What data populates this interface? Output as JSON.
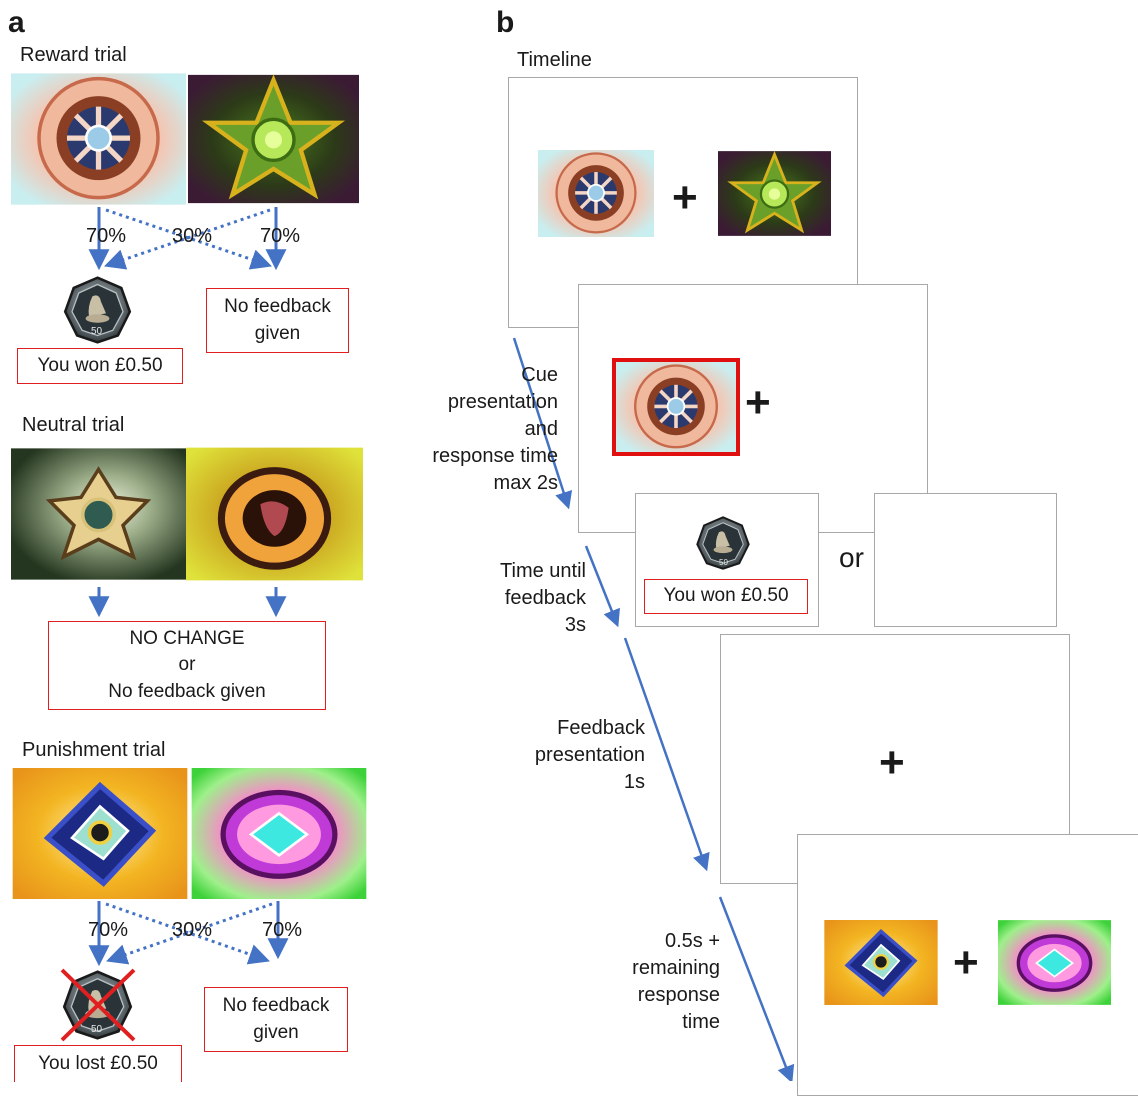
{
  "panel_a": {
    "letter": "a",
    "reward": {
      "title": "Reward trial",
      "pct_left": "70%",
      "pct_mid": "30%",
      "pct_right": "70%",
      "coin_text": "50",
      "outcome_label": "You won £0.50",
      "no_feedback": [
        "No feedback",
        "given"
      ]
    },
    "neutral": {
      "title": "Neutral trial",
      "outcome": [
        "NO CHANGE",
        "or",
        "No feedback given"
      ]
    },
    "punishment": {
      "title": "Punishment trial",
      "pct_left": "70%",
      "pct_mid": "30%",
      "pct_right": "70%",
      "coin_text": "50",
      "outcome_label": "You lost £0.50",
      "no_feedback": [
        "No feedback",
        "given"
      ]
    }
  },
  "panel_b": {
    "letter": "b",
    "timeline_title": "Timeline",
    "cue_label": [
      "Cue",
      "presentation",
      "and",
      "response time",
      "max 2s"
    ],
    "wait_label": [
      "Time until",
      "feedback",
      "3s"
    ],
    "feedback_label": [
      "Feedback",
      "presentation",
      "1s"
    ],
    "iti_label": [
      "0.5s +",
      "remaining",
      "response",
      "time"
    ],
    "outcome_label": "You won £0.50",
    "coin_text": "50",
    "or_text": "or",
    "fixation": "+"
  },
  "colors": {
    "arrow": "#4472c4",
    "box_border": "#e02020",
    "frame_border": "#a8a8a8",
    "select_border": "#e01010"
  }
}
